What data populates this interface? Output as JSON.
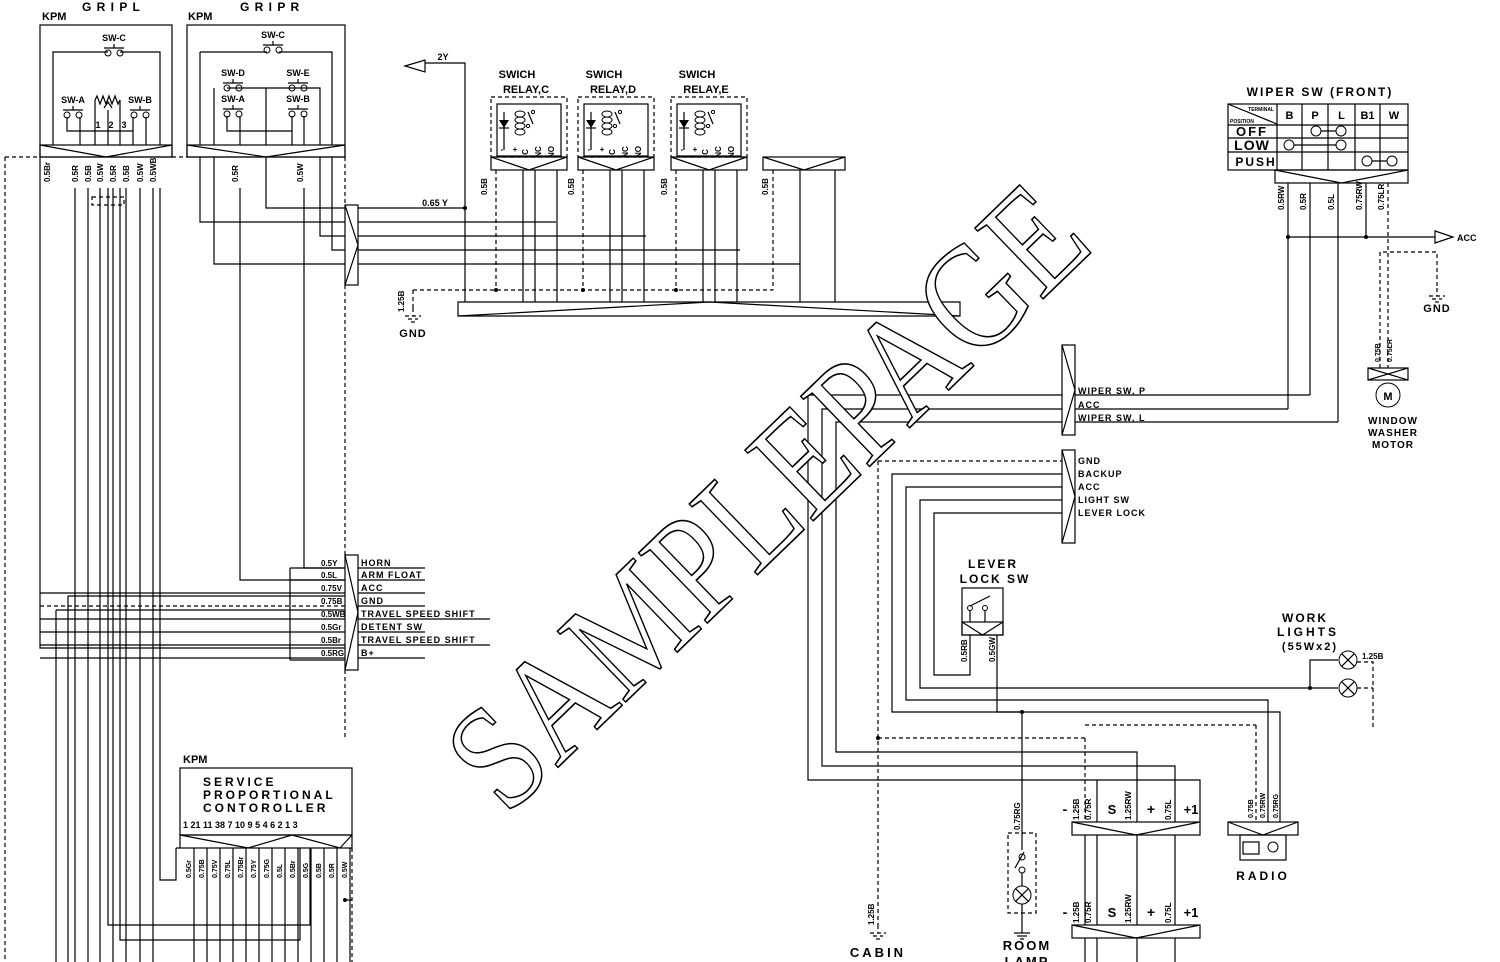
{
  "grip_l": {
    "kpm": "KPM",
    "title": "G R I P   L",
    "sw_c": "SW-C",
    "sw_a": "SW-A",
    "sw_b": "SW-B",
    "pins": [
      "1",
      "2",
      "3"
    ],
    "wires": [
      "0.5Br",
      "0.5R",
      "0.5B",
      "0.5W",
      "0.5R",
      "0.5B",
      "0.5W",
      "0.5WB"
    ]
  },
  "grip_r": {
    "kpm": "KPM",
    "title": "G R I P   R",
    "sw_c": "SW-C",
    "sw_d": "SW-D",
    "sw_e": "SW-E",
    "sw_a": "SW-A",
    "sw_b": "SW-B",
    "wires": [
      "0.5R",
      "0.5W"
    ]
  },
  "feed": {
    "label": "2Y",
    "wire": "0.65 Y"
  },
  "relays": [
    {
      "title1": "SWICH",
      "title2": "RELAY,C",
      "wire": "0.5B"
    },
    {
      "title1": "SWICH",
      "title2": "RELAY,D",
      "wire": "0.5B"
    },
    {
      "title1": "SWICH",
      "title2": "RELAY,E",
      "wire": "0.5B"
    }
  ],
  "relay_pins": [
    "-",
    "+",
    "C",
    "NC",
    "NO"
  ],
  "relay4_wire": "0.5B",
  "gnd_top": {
    "wire": "1.25B",
    "label": "GND"
  },
  "connector_left": [
    {
      "wire": "0.5Y",
      "label": "HORN"
    },
    {
      "wire": "0.5L",
      "label": "ARM FLOAT"
    },
    {
      "wire": "0.75V",
      "label": "ACC"
    },
    {
      "wire": "0.75B",
      "label": "GND"
    },
    {
      "wire": "0.5WB",
      "label": "TRAVEL SPEED SHIFT"
    },
    {
      "wire": "0.5Gr",
      "label": "DETENT  SW"
    },
    {
      "wire": "0.5Br",
      "label": "TRAVEL SPEED SHIFT"
    },
    {
      "wire": "0.5RG",
      "label": "B+"
    }
  ],
  "wiper": {
    "title": "WIPER  SW (FRONT)",
    "corner_top": "TERMINAL",
    "corner_bottom": "POSITION",
    "terminals": [
      "B",
      "P",
      "L",
      "B1",
      "W"
    ],
    "positions": [
      "OFF",
      "LOW",
      "PUSH"
    ],
    "wires": [
      "0.5RW",
      "0.5R",
      "0.5L",
      "0.75RW",
      "0.75LR"
    ],
    "acc": "ACC",
    "gnd": "GND"
  },
  "washer": {
    "wires": [
      "0.75B",
      "0.75LR"
    ],
    "motor": "M",
    "label": [
      "WINDOW",
      "WASHER",
      "MOTOR"
    ]
  },
  "connector_wiper": [
    "WIPER  SW, P",
    "ACC",
    "WIPER  SW, L"
  ],
  "connector_cab": [
    "GND",
    "BACKUP",
    "ACC",
    "LIGHT  SW",
    "LEVER  LOCK"
  ],
  "lever_lock": {
    "title1": "LEVER",
    "title2": "LOCK  SW",
    "wires": [
      "0.5RB",
      "0.5GW"
    ]
  },
  "work_lights": {
    "title1": "WORK",
    "title2": "LIGHTS",
    "title3": "(55Wx2)",
    "wire": "1.25B"
  },
  "room_lamp": {
    "wire": "0.75RG",
    "label1": "ROOM",
    "label2": "LAMP"
  },
  "cabin_gnd": {
    "wire": "1.25B",
    "label": "CABIN"
  },
  "speaker_conn": {
    "minus": "-",
    "w1": "1.25B",
    "w2": "0.75R",
    "s": "S",
    "w3": "1.25RW",
    "plus": "+",
    "w4": "0.75L",
    "plus1": "+1"
  },
  "radio": {
    "wires": [
      "0.75B",
      "0.75RW",
      "0.75RG"
    ],
    "label": "RADIO"
  },
  "spc": {
    "kpm": "KPM",
    "line1": "SERVICE",
    "line2": "PROPORTIONAL",
    "line3": "CONTOROLLER",
    "pins": "1 21 11 38  7  10 9  5  4  6  2  1  3",
    "wires": [
      "0.5Gr",
      "0.75B",
      "0.75V",
      "0.75L",
      "0.75Br",
      "0.75Y",
      "0.75G",
      "0.5L",
      "0.5Br",
      "0.5G",
      "0.5B",
      "0.5R",
      "0.5W"
    ]
  },
  "watermark": "SAMPLEPAGE"
}
